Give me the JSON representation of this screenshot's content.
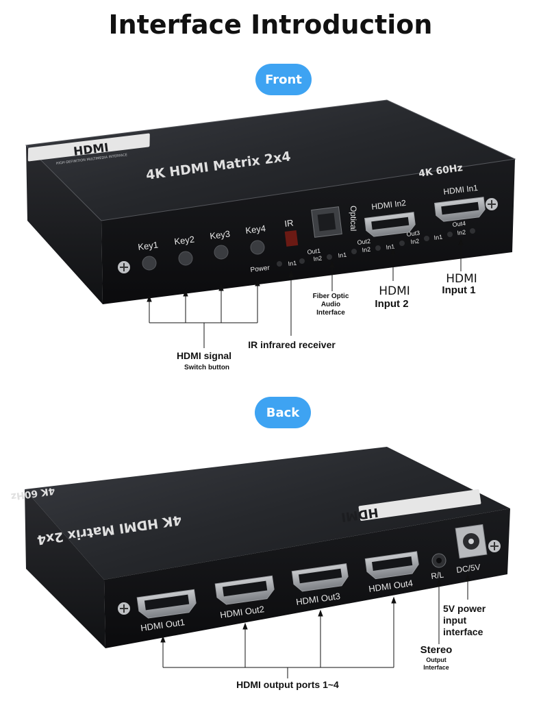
{
  "title": "Interface Introduction",
  "front": {
    "section_label": "Front",
    "brand": "HDMI",
    "brand_sub": "HIGH-DEFINITION MULTIMEDIA INTERFACE",
    "model": "4K HDMI Matrix 2x4",
    "resolution": "4K 60Hz",
    "keys": [
      "Key1",
      "Key2",
      "Key3",
      "Key4"
    ],
    "ir": "IR",
    "power": "Power",
    "optical": "Optical",
    "out1": "Out1",
    "out2": "Out2",
    "out3": "Out3",
    "out4": "Out4",
    "in1": "In1",
    "in2": "In2",
    "hdmi_in2": "HDMI In2",
    "hdmi_in1": "HDMI In1",
    "callouts": {
      "switch_title": "HDMI signal",
      "switch_sub": "Switch button",
      "ir_receiver": "IR infrared receiver",
      "fiber_1": "Fiber Optic",
      "fiber_2": "Audio",
      "fiber_3": "Interface",
      "input2_a": "HDMI",
      "input2_b": "Input 2",
      "input1_a": "HDMI",
      "input1_b": "Input 1"
    }
  },
  "back": {
    "section_label": "Back",
    "model": "4K HDMI Matrix 2x4",
    "resolution": "4K 60Hz",
    "brand": "HDMI",
    "outputs": [
      "HDMI Out1",
      "HDMI Out2",
      "HDMI Out3",
      "HDMI Out4"
    ],
    "rl": "R/L",
    "dc": "DC/5V",
    "callouts": {
      "power_1": "5V power",
      "power_2": "input",
      "power_3": "interface",
      "stereo": "Stereo",
      "stereo_sub1": "Output",
      "stereo_sub2": "Interface",
      "outputs": "HDMI output ports 1~4"
    }
  },
  "colors": {
    "accent": "#3ea3f2",
    "device": "#1c1d20",
    "panel": "#0d0d0f"
  }
}
